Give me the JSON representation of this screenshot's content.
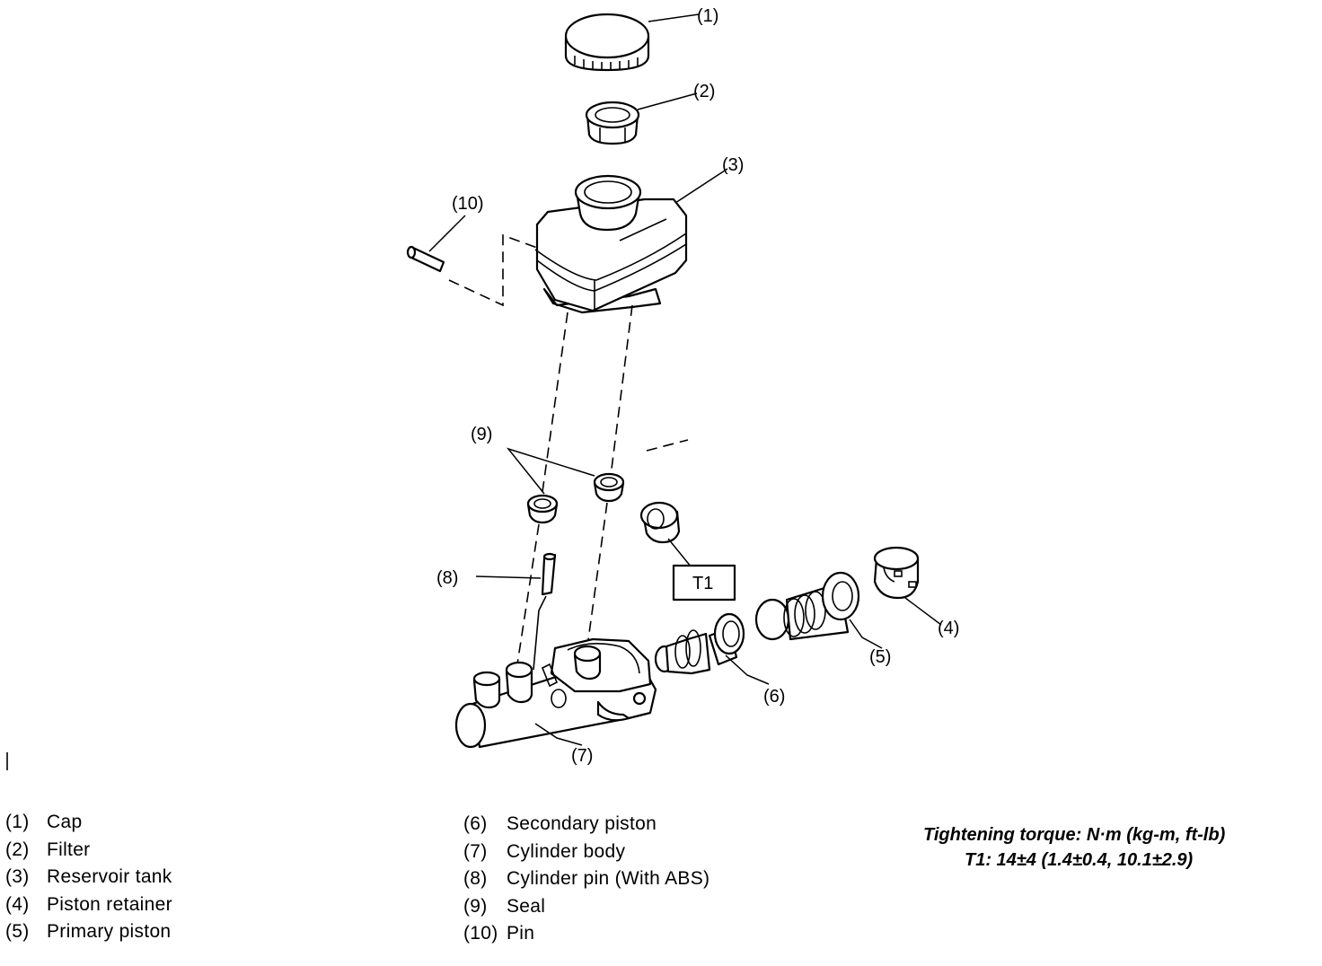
{
  "callouts": {
    "c1": "(1)",
    "c2": "(2)",
    "c3": "(3)",
    "c4": "(4)",
    "c5": "(5)",
    "c6": "(6)",
    "c7": "(7)",
    "c8": "(8)",
    "c9": "(9)",
    "c10": "(10)",
    "t1_box": "T1"
  },
  "legend_left": [
    {
      "num": "(1)",
      "label": "Cap"
    },
    {
      "num": "(2)",
      "label": "Filter"
    },
    {
      "num": "(3)",
      "label": "Reservoir tank"
    },
    {
      "num": "(4)",
      "label": "Piston retainer"
    },
    {
      "num": "(5)",
      "label": "Primary piston"
    }
  ],
  "legend_right": [
    {
      "num": "(6)",
      "label": "Secondary piston"
    },
    {
      "num": "(7)",
      "label": "Cylinder body"
    },
    {
      "num": "(8)",
      "label": "Cylinder pin (With ABS)"
    },
    {
      "num": "(9)",
      "label": "Seal"
    },
    {
      "num": "(10)",
      "label": "Pin"
    }
  ],
  "torque": {
    "title": "Tightening torque: N·m (kg-m, ft-lb)",
    "value": "T1: 14±4 (1.4±0.4, 10.1±2.9)"
  }
}
